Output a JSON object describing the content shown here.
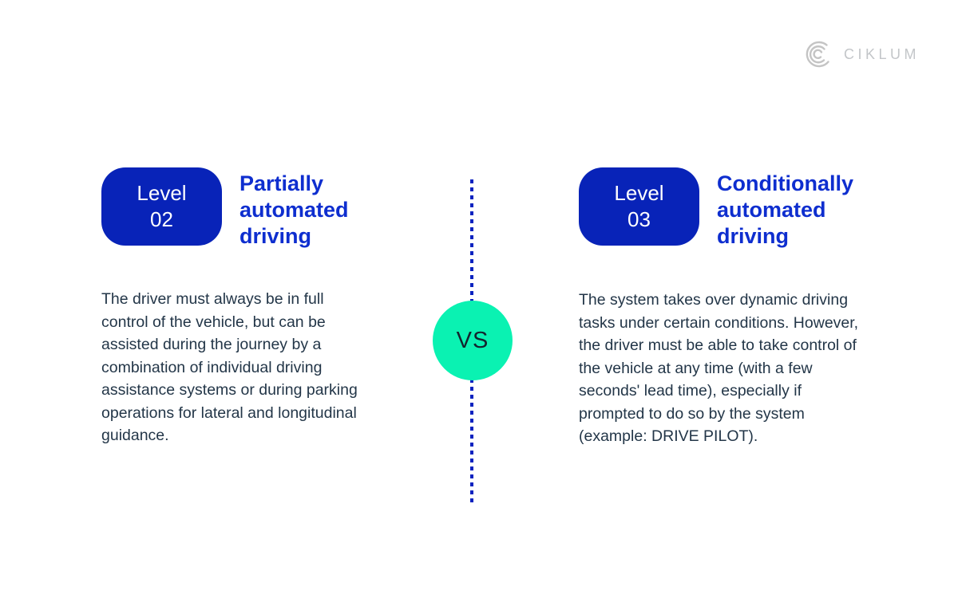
{
  "brand": {
    "logo_text": "CIKLUM",
    "logo_mark": "ciklum-arcs-icon",
    "logo_color": "#c4c4c4"
  },
  "comparison": {
    "vs_label": "VS",
    "colors": {
      "badge_bg": "#0823b8",
      "badge_text": "#ffffff",
      "title_color": "#0e2ecf",
      "body_color": "#233648",
      "divider_color": "#0b23c0",
      "vs_circle_color": "#0af2b2"
    },
    "left": {
      "badge_line1": "Level",
      "badge_line2": "02",
      "title": "Partially automated driving",
      "description": "The driver must always be in full control of the vehicle, but can be assisted during the journey by a combination of individual driving assistance systems or during parking operations for lateral and longitudinal guidance."
    },
    "right": {
      "badge_line1": "Level",
      "badge_line2": "03",
      "title": "Conditionally automated driving",
      "description": "The system takes over dynamic driving tasks under certain conditions. However, the driver must be able to take control of the vehicle at any time (with a few seconds' lead time), especially if prompted to do so by the system (example: DRIVE PILOT)."
    }
  }
}
